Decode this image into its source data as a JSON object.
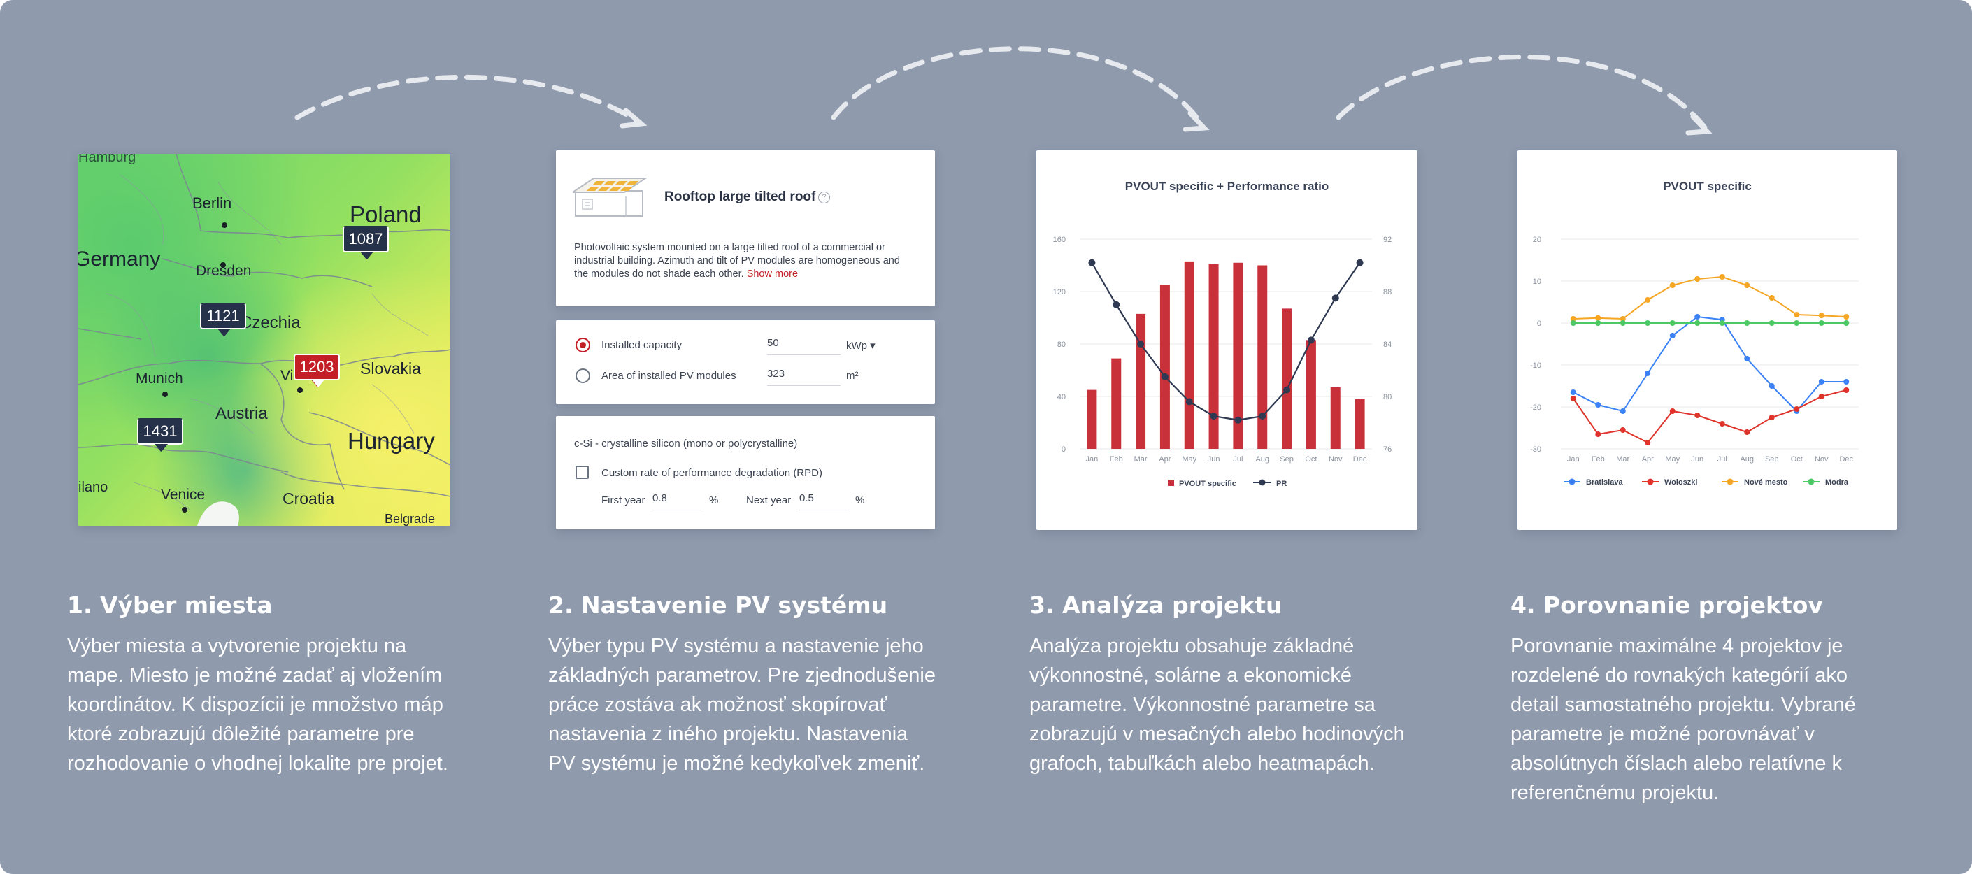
{
  "steps": [
    {
      "title": "1. Výber miesta",
      "desc_lines": [
        "Výber miesta a vytvorenie projektu na",
        "mape. Miesto je možné zadať aj vložením",
        "koordinátov. K dispozícii je množstvo máp",
        "ktoré zobrazujú dôležité parametre pre",
        "rozhodovanie o vhodnej lokalite pre projet."
      ]
    },
    {
      "title": "2. Nastavenie PV systému",
      "desc_lines": [
        "Výber typu PV systému a nastavenie jeho",
        "základných parametrov. Pre zjednodušenie",
        "práce zostáva ak možnosť skopírovať",
        "nastavenia z iného projektu. Nastavenia",
        "PV systému je možné kedykoľvek zmeniť."
      ]
    },
    {
      "title": "3. Analýza projektu",
      "desc_lines": [
        "Analýza projektu obsahuje základné",
        "výkonnostné, solárne a ekonomické",
        "parametre. Výkonnostné parametre sa",
        "zobrazujú v mesačných alebo hodinových",
        "grafoch, tabuľkách alebo heatmapách."
      ]
    },
    {
      "title": "4. Porovnanie projektov",
      "desc_lines": [
        "Porovnanie maximálne 4 projektov je",
        "rozdelené do rovnakých kategórií ako",
        "detail samostatného projektu. Vybrané",
        "parametre je možné porovnávať v",
        "absolútnych číslach alebo relatívne k",
        "referenčnému projektu."
      ]
    }
  ],
  "map": {
    "labels": {
      "hamburg": "Hamburg",
      "berlin": "Berlin",
      "poland": "Poland",
      "germany": "Germany",
      "dresden": "Dresden",
      "czechia": "Czechia",
      "munich": "Munich",
      "vienna": "Vien",
      "slovakia": "Slovakia",
      "austria": "Austria",
      "hungary": "Hungary",
      "milano": "ilano",
      "venice": "Venice",
      "croatia": "Croatia",
      "belgrade": "Belgrade"
    },
    "pins": [
      {
        "value": "1087",
        "color": "dark"
      },
      {
        "value": "1121",
        "color": "dark"
      },
      {
        "value": "1203",
        "color": "red"
      },
      {
        "value": "1431",
        "color": "dark"
      }
    ]
  },
  "pv": {
    "type_title": "Rooftop large tilted roof",
    "help": "?",
    "description": "Photovoltaic system mounted on a large tilted roof of a commercial or industrial building. Azimuth and tilt of PV modules are homogeneous and the modules do not shade each other.",
    "show_more": "Show more",
    "capacity_label": "Installed capacity",
    "capacity_value": "50",
    "capacity_unit": "kWp ▾",
    "area_label": "Area of installed PV modules",
    "area_value": "323",
    "area_unit": "m²",
    "module_type": "c-Si - crystalline silicon (mono or polycrystalline)",
    "degradation_label": "Custom rate of performance degradation (RPD)",
    "first_year_label": "First year",
    "first_year_value": "0.8",
    "first_year_unit": "%",
    "next_year_label": "Next year",
    "next_year_value": "0.5",
    "next_year_unit": "%"
  },
  "colors": {
    "accent_red": "#c41f26",
    "navy": "#2f3a52",
    "background": "#8f9aad"
  },
  "chart_data": [
    {
      "type": "bar",
      "title": "PVOUT specific + Performance ratio",
      "categories": [
        "Jan",
        "Feb",
        "Mar",
        "Apr",
        "May",
        "Jun",
        "Jul",
        "Aug",
        "Sep",
        "Oct",
        "Nov",
        "Dec"
      ],
      "ylim": [
        0,
        160
      ],
      "yticks": [
        0,
        40,
        80,
        120,
        160
      ],
      "y2lim": [
        76,
        92
      ],
      "y2ticks": [
        76,
        80,
        84,
        88,
        92
      ],
      "series": [
        {
          "name": "PVOUT specific",
          "type": "bar",
          "axis": "left",
          "color": "#c9313a",
          "values": [
            45,
            69,
            103,
            125,
            143,
            141,
            142,
            140,
            107,
            83,
            47,
            38
          ]
        },
        {
          "name": "PR",
          "type": "line",
          "axis": "right",
          "color": "#2f3a52",
          "values": [
            90.2,
            87.0,
            84.0,
            81.5,
            79.6,
            78.5,
            78.2,
            78.5,
            80.5,
            84.3,
            87.5,
            90.2
          ]
        }
      ],
      "legend": "bottom"
    },
    {
      "type": "line",
      "title": "PVOUT specific",
      "categories": [
        "Jan",
        "Feb",
        "Mar",
        "Apr",
        "May",
        "Jun",
        "Jul",
        "Aug",
        "Sep",
        "Oct",
        "Nov",
        "Dec"
      ],
      "ylim": [
        -30,
        20
      ],
      "yticks": [
        -30,
        -20,
        -10,
        0,
        10,
        20
      ],
      "series": [
        {
          "name": "Bratislava",
          "color": "#3b82f6",
          "values": [
            -16.5,
            -19.5,
            -21,
            -12,
            -3,
            1.5,
            0.8,
            -8.5,
            -15,
            -21,
            -14,
            -14
          ]
        },
        {
          "name": "Wołoszki",
          "color": "#e0332b",
          "values": [
            -18,
            -26.5,
            -25.5,
            -28.5,
            -21,
            -22,
            -24,
            -26,
            -22.5,
            -20.5,
            -17.5,
            -16
          ]
        },
        {
          "name": "Nové mesto",
          "color": "#f5a623",
          "values": [
            1,
            1.2,
            1,
            5.5,
            9,
            10.5,
            11,
            9,
            6,
            2,
            1.8,
            1.5
          ]
        },
        {
          "name": "Modra",
          "color": "#4cc864",
          "values": [
            0,
            0,
            0,
            0,
            0,
            0,
            0,
            0,
            0,
            0,
            0,
            0
          ]
        }
      ],
      "legend": "bottom"
    }
  ]
}
